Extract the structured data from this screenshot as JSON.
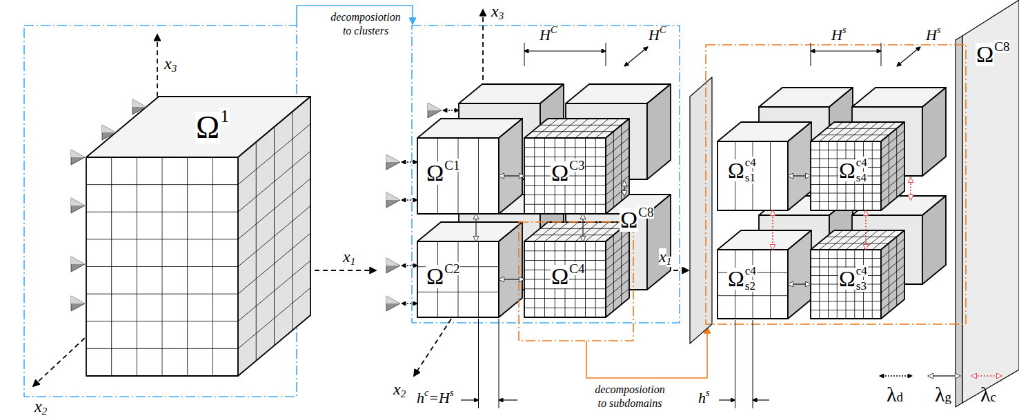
{
  "diagram": {
    "nodes": [
      {
        "text": [
          "Ω",
          "1"
        ]
      },
      {
        "text": [
          "Ω",
          "C1"
        ]
      },
      {
        "text": [
          "Ω",
          "C3"
        ]
      },
      {
        "text": [
          "Ω",
          "C8"
        ]
      },
      {
        "text": [
          "Ω",
          "C2"
        ]
      },
      {
        "text": [
          "Ω",
          "C4"
        ]
      },
      {
        "text": [
          "Ω",
          "c4",
          "s1"
        ]
      },
      {
        "text": [
          "Ω",
          "c4",
          "s4"
        ]
      },
      {
        "text": [
          "Ω",
          "C8"
        ]
      },
      {
        "text": [
          "Ω",
          "c4",
          "s2"
        ]
      },
      {
        "text": [
          "Ω",
          "c4",
          "s3"
        ]
      }
    ],
    "edges": [
      {
        "from": 1,
        "to": 2,
        "arrow": "both"
      },
      {
        "from": 4,
        "to": 5,
        "arrow": "both"
      },
      {
        "from": 1,
        "to": 4,
        "arrow": "both"
      },
      {
        "from": 2,
        "to": 5,
        "arrow": "both"
      },
      {
        "from": 6,
        "to": 7,
        "arrow": "both"
      },
      {
        "from": 9,
        "to": 10,
        "arrow": "both"
      },
      {
        "from": 6,
        "to": 9,
        "arrow": "both"
      },
      {
        "from": 7,
        "to": 10,
        "arrow": "both"
      }
    ],
    "labels": [
      "decomposiotion to clusters",
      "x",
      "3",
      "x",
      "1",
      "x",
      "2",
      "x",
      "3",
      "H",
      "C",
      "H",
      "C",
      "x",
      "1",
      "h",
      "c",
      "=H",
      "s",
      "x",
      "2",
      "decomposiotion to subdomains",
      "H",
      "s",
      "H",
      "s",
      "h",
      "s"
    ],
    "legend": [
      {
        "text": "λd"
      },
      {
        "text": "λg"
      },
      {
        "text": "λc"
      }
    ]
  }
}
